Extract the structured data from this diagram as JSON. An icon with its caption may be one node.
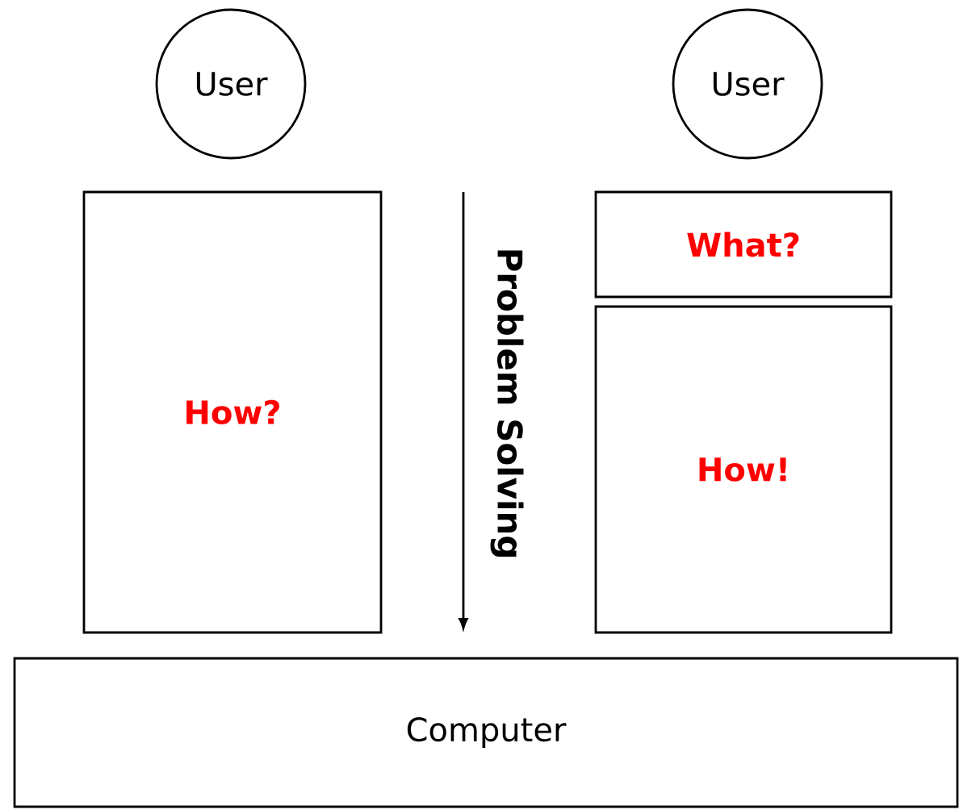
{
  "diagram": {
    "nodes": [
      {
        "text": [
          "User"
        ]
      },
      {
        "text": [
          "User"
        ]
      },
      {
        "text": [
          "How?"
        ]
      },
      {
        "text": [
          "What?"
        ]
      },
      {
        "text": [
          "How!"
        ]
      },
      {
        "text": [
          "Computer"
        ]
      }
    ],
    "labels": [
      "Problem Solving"
    ]
  }
}
